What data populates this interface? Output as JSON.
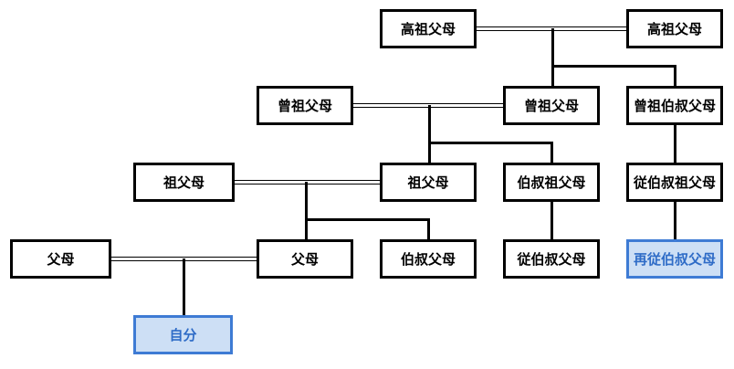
{
  "nodes": {
    "great_grandparents_left": "高祖父母",
    "great_grandparents_right": "高祖父母",
    "grandparents_left": "曾祖父母",
    "grandparents_right": "曾祖父母",
    "grand_uncle_aunt": "曾祖伯叔父母",
    "parents_grand_left": "祖父母",
    "parents_grand_right": "祖父母",
    "grand_uncle_branch": "伯叔祖父母",
    "cousin_grand_branch": "従伯叔祖父母",
    "parents_left": "父母",
    "parents_right": "父母",
    "uncle_aunt": "伯叔父母",
    "first_cousin_once_removed": "従伯叔父母",
    "second_cousin_once_removed": "再従伯叔父母",
    "self": "自分"
  },
  "colors": {
    "highlight_border": "#3e7bd4",
    "highlight_fill": "#cddff5",
    "highlight_text": "#2f6cc7",
    "line": "#000000"
  }
}
